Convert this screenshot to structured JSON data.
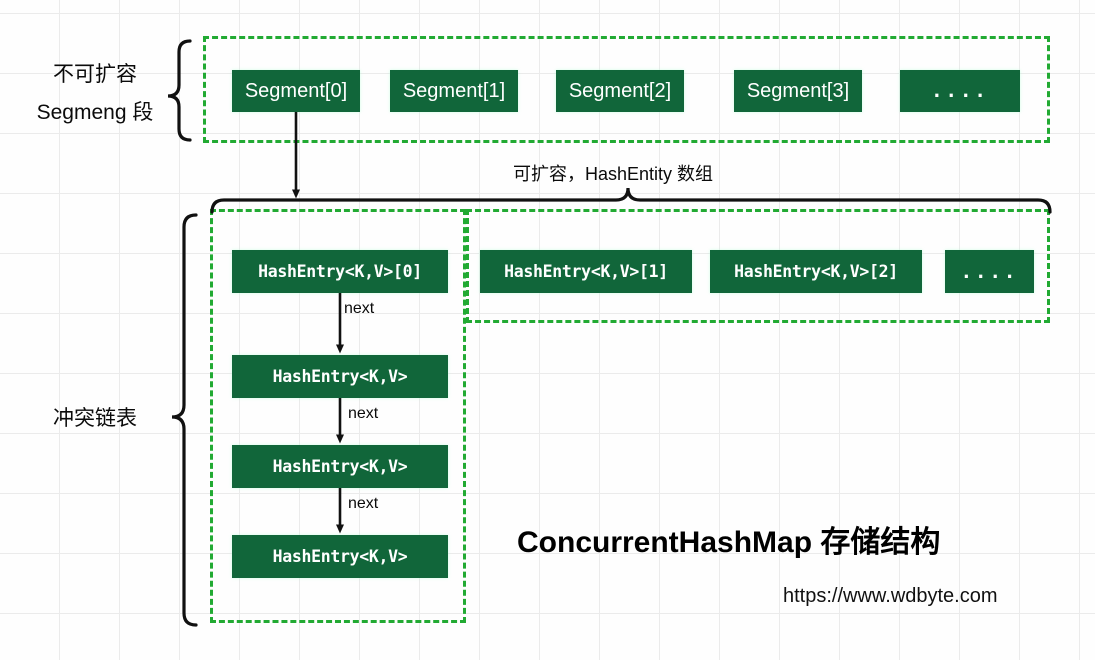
{
  "diagram": {
    "title": "ConcurrentHashMap 存储结构",
    "url": "https://www.wdbyte.com",
    "colors": {
      "node_fill": "#11663a",
      "node_text": "#ffffff",
      "dashed_border": "#22aa33",
      "arrow": "#111111",
      "grid": "#ebebeb",
      "background": "#fefefe"
    },
    "labels": {
      "segment_group_line1": "不可扩容",
      "segment_group_line2": "Segmeng 段",
      "expandable_note": "可扩容，HashEntity 数组",
      "chain_group": "冲突链表"
    },
    "segment_row": {
      "boxes": [
        {
          "text": "Segment[0]"
        },
        {
          "text": "Segment[1]"
        },
        {
          "text": "Segment[2]"
        },
        {
          "text": "Segment[3]"
        },
        {
          "text": "...."
        }
      ]
    },
    "entry_row": {
      "boxes": [
        {
          "text": "HashEntry<K,V>[0]"
        },
        {
          "text": "HashEntry<K,V>[1]"
        },
        {
          "text": "HashEntry<K,V>[2]"
        },
        {
          "text": "...."
        }
      ]
    },
    "chain": {
      "nodes": [
        {
          "text": "HashEntry<K,V>"
        },
        {
          "text": "HashEntry<K,V>"
        },
        {
          "text": "HashEntry<K,V>"
        }
      ],
      "edge_labels": [
        "next",
        "next",
        "next"
      ]
    }
  }
}
